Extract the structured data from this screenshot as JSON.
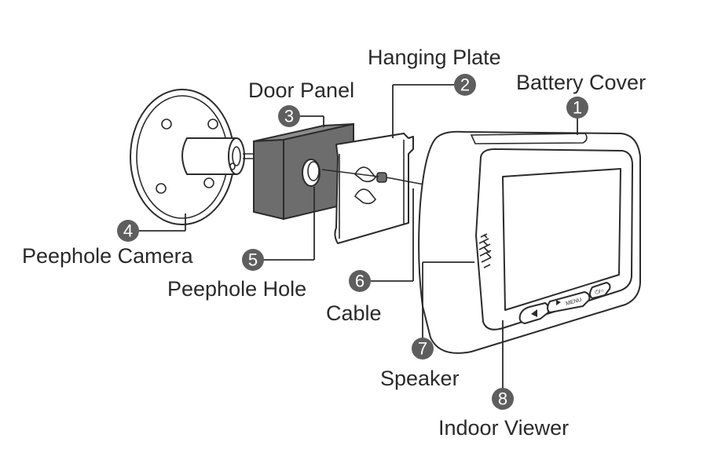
{
  "labels": [
    {
      "id": 1,
      "badge": "1",
      "text": "Battery Cover"
    },
    {
      "id": 2,
      "badge": "2",
      "text": "Hanging Plate"
    },
    {
      "id": 3,
      "badge": "3",
      "text": "Door Panel"
    },
    {
      "id": 4,
      "badge": "4",
      "text": "Peephole Camera"
    },
    {
      "id": 5,
      "badge": "5",
      "text": "Peephole Hole"
    },
    {
      "id": 6,
      "badge": "6",
      "text": "Cable"
    },
    {
      "id": 7,
      "badge": "7",
      "text": "Speaker"
    },
    {
      "id": 8,
      "badge": "8",
      "text": "Indoor Viewer"
    }
  ],
  "viewer_buttons": {
    "menu": "MENU",
    "power": "⏻/○"
  },
  "colors": {
    "badge": "#5e5e5e",
    "line": "#2b2b2b",
    "panel_shade": "#6d6d6d"
  }
}
